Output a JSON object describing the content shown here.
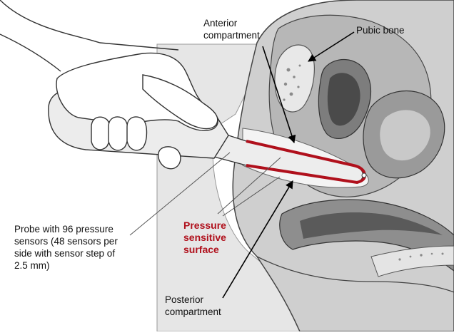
{
  "labels": {
    "anterior": "Anterior\ncompartment",
    "pubic": "Pubic bone",
    "probe": "Probe with 96 pressure\nsensors (48 sensors per\nside with sensor step of\n2.5 mm)",
    "pressure": "Pressure\nsensitive\nsurface",
    "posterior": "Posterior\ncompartment"
  },
  "colors": {
    "accent": "#b0101c",
    "tissue_light": "#e6e6e6",
    "tissue_mid": "#c4c4c4",
    "tissue_dark": "#8c8c8c",
    "outline": "#333333"
  }
}
